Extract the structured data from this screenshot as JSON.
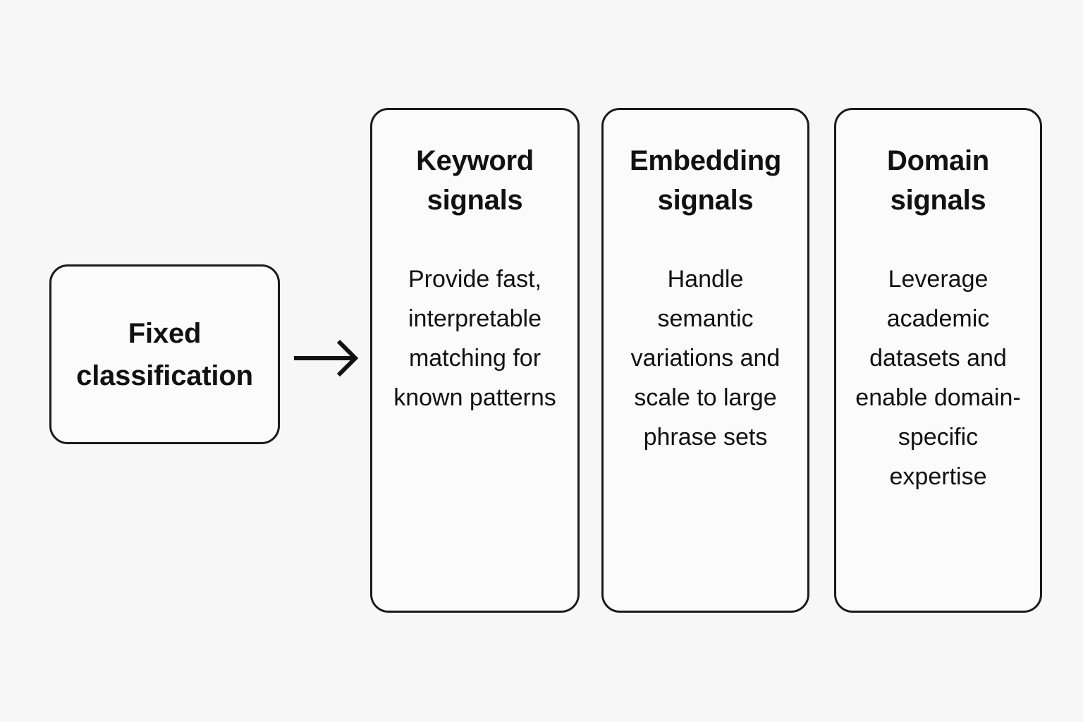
{
  "diagram": {
    "background_color": "#f7f7f8",
    "stroke_color": "#1a1a1a",
    "node_fill_color": "#fbfbfc",
    "source": {
      "label": "Fixed\nclassification"
    },
    "connector": {
      "kind": "arrow-right",
      "icon": "arrow-right-icon"
    },
    "cards": [
      {
        "title": "Keyword\nsignals",
        "body": "Provide fast, interpretable matching for known patterns"
      },
      {
        "title": "Embedding\nsignals",
        "body": "Handle semantic variations and scale to large phrase sets"
      },
      {
        "title": "Domain\nsignals",
        "body": "Leverage academic datasets and enable domain-specific expertise"
      }
    ]
  }
}
